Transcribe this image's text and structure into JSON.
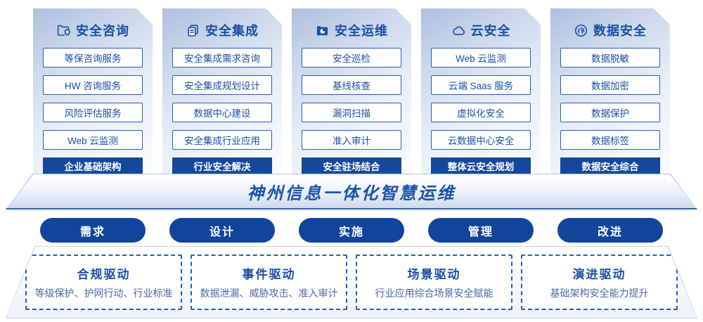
{
  "palette": {
    "primary_blue": "#14489C",
    "border_blue": "#2B5CB8",
    "text_blue": "#1A4FA3",
    "banner_text": "#1D54A6",
    "card_gradient_top": "#AEBFDF",
    "card_gradient_bottom": "#FBFCFE"
  },
  "columns": [
    {
      "title": "安全咨询",
      "icon": "folder-shield-icon",
      "items": [
        "等保咨询服务",
        "HW 咨询服务",
        "风险评估服务",
        "Web 云监测"
      ],
      "highlight": "企业基础架构\n安全设计规划"
    },
    {
      "title": "安全集成",
      "icon": "copy-pages-icon",
      "items": [
        "安全集成需求咨询",
        "安全集成规划设计",
        "数据中心建设",
        "安全集成行业应用"
      ],
      "highlight": "行业安全解决\n方案服务"
    },
    {
      "title": "安全运维",
      "icon": "folder-clock-icon",
      "items": [
        "安全巡检",
        "基线核查",
        "漏洞扫描",
        "准入审计"
      ],
      "highlight": "安全驻场结合\n单次服务"
    },
    {
      "title": "云安全",
      "icon": "cloud-icon",
      "items": [
        "Web 云监测",
        "云端 Saas 服务",
        "虚拟化安全",
        "云数据中心安全"
      ],
      "highlight": "整体云安全规划\n集成服务"
    },
    {
      "title": "数据安全",
      "icon": "fingerprint-circle-icon",
      "items": [
        "数据脱敏",
        "数据加密",
        "数据保护",
        "数据标签"
      ],
      "highlight": "数据安全综合\n解决方案"
    }
  ],
  "banner": {
    "title": "神州信息一体化智慧运维"
  },
  "pills": [
    "需求",
    "设计",
    "实施",
    "管理",
    "改进"
  ],
  "drivers": [
    {
      "title": "合规驱动",
      "desc": "等级保护、护网行动、行业标准"
    },
    {
      "title": "事件驱动",
      "desc": "数据泄漏、威胁攻击、准入审计"
    },
    {
      "title": "场景驱动",
      "desc": "行业应用综合场景安全赋能"
    },
    {
      "title": "演进驱动",
      "desc": "基础架构安全能力提升"
    }
  ]
}
